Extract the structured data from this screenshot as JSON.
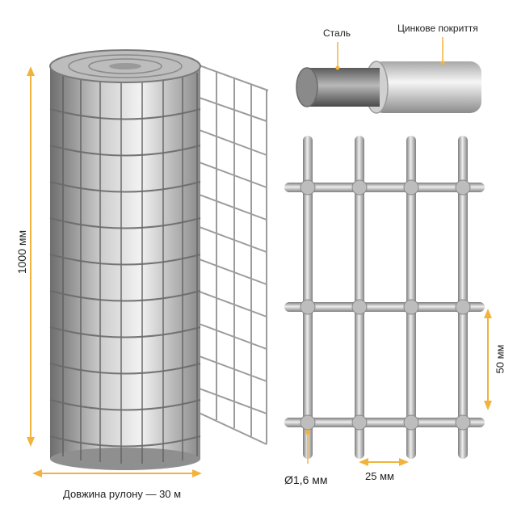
{
  "labels": {
    "roll_height": "1000 мм",
    "roll_length": "Довжина рулону — 30 м",
    "steel": "Сталь",
    "zinc_coating": "Цинкове покриття",
    "mesh_height": "50 мм",
    "mesh_width": "25 мм",
    "wire_diameter": "Ø1,6 мм"
  },
  "colors": {
    "dimension_accent": "#f2b33d",
    "wire": "#9a9a9a",
    "wire_light": "#d8d8d8"
  }
}
